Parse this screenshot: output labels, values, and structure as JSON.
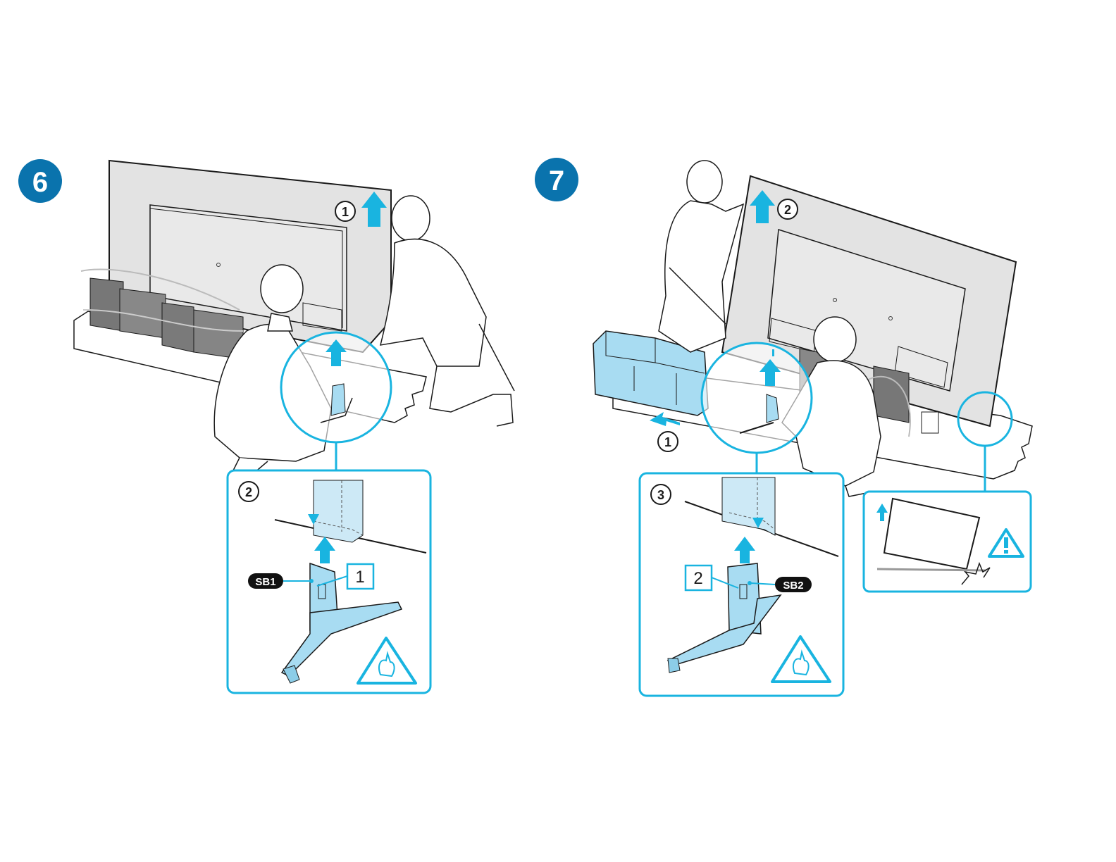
{
  "colors": {
    "accent": "#19b4e0",
    "step_badge": "#0a73ad",
    "part_fill": "#a8dcf2",
    "panel_fill": "#e3e3e3",
    "line": "#1a1a1a",
    "tag_bg": "#111111"
  },
  "steps": [
    {
      "number": "6",
      "substeps": [
        "1",
        "2"
      ],
      "part_label": "SB1",
      "part_number": "1",
      "warning_icon": "pinch-hand-warning-icon"
    },
    {
      "number": "7",
      "substeps": [
        "1",
        "2",
        "3"
      ],
      "part_label": "SB2",
      "part_number": "2",
      "warning_icon": "pinch-hand-warning-icon",
      "caution_icon": "exclamation-warning-icon"
    }
  ]
}
